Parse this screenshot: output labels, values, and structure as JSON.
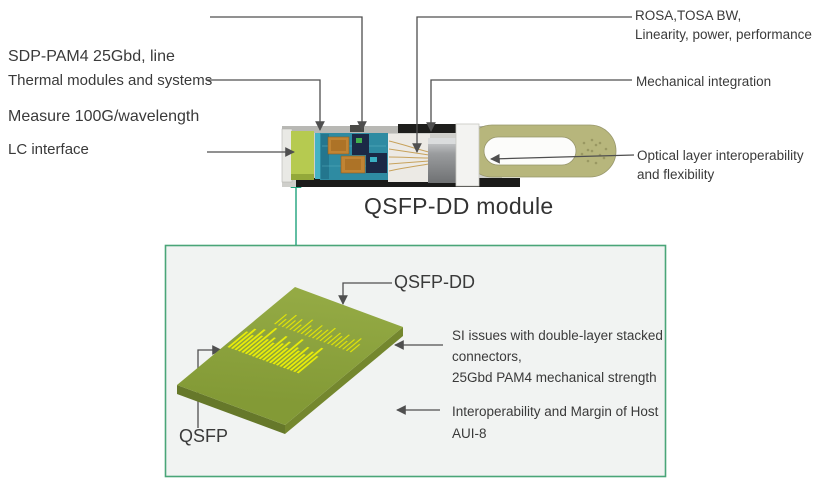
{
  "colors": {
    "accent_green_line": "#1ea37c",
    "panel_border_green": "#4aa578",
    "panel_background": "#f1f3f2",
    "connector_line": "#4f4f4f",
    "text": "#3a3a3a",
    "pcb_board_green": "#8ba03c",
    "pcb_pad_yellow": "#e6e90a",
    "module_lc_green": "#b6ca50",
    "module_pcb_teal": "#2e8ba2",
    "pull_tab_olive": "#b7b67c"
  },
  "diagram": {
    "module_callouts": {
      "sdp": {
        "line1": "SDP-PAM4 25Gbd,  line",
        "line2": "Measure 100G/wavelength"
      },
      "thermal": {
        "label": "Thermal modules and systems"
      },
      "lc": {
        "label": "LC interface"
      },
      "rosa": {
        "line1": "ROSA,TOSA BW,",
        "line2": "Linearity, power, performance"
      },
      "mechanical": {
        "label": "Mechanical integration"
      },
      "optical": {
        "line1": "Optical layer interoperability",
        "line2": "and flexibility"
      }
    },
    "module_title": "QSFP-DD module",
    "detail_panel": {
      "qsfp_dd_label": "QSFP-DD",
      "qsfp_label": "QSFP",
      "si": {
        "line1": "SI issues with double-layer stacked",
        "line2": "connectors,",
        "line3": "25Gbd PAM4 mechanical strength"
      },
      "interop": {
        "line1": "Interoperability and Margin of Host",
        "line2": "AUI-8"
      }
    }
  }
}
